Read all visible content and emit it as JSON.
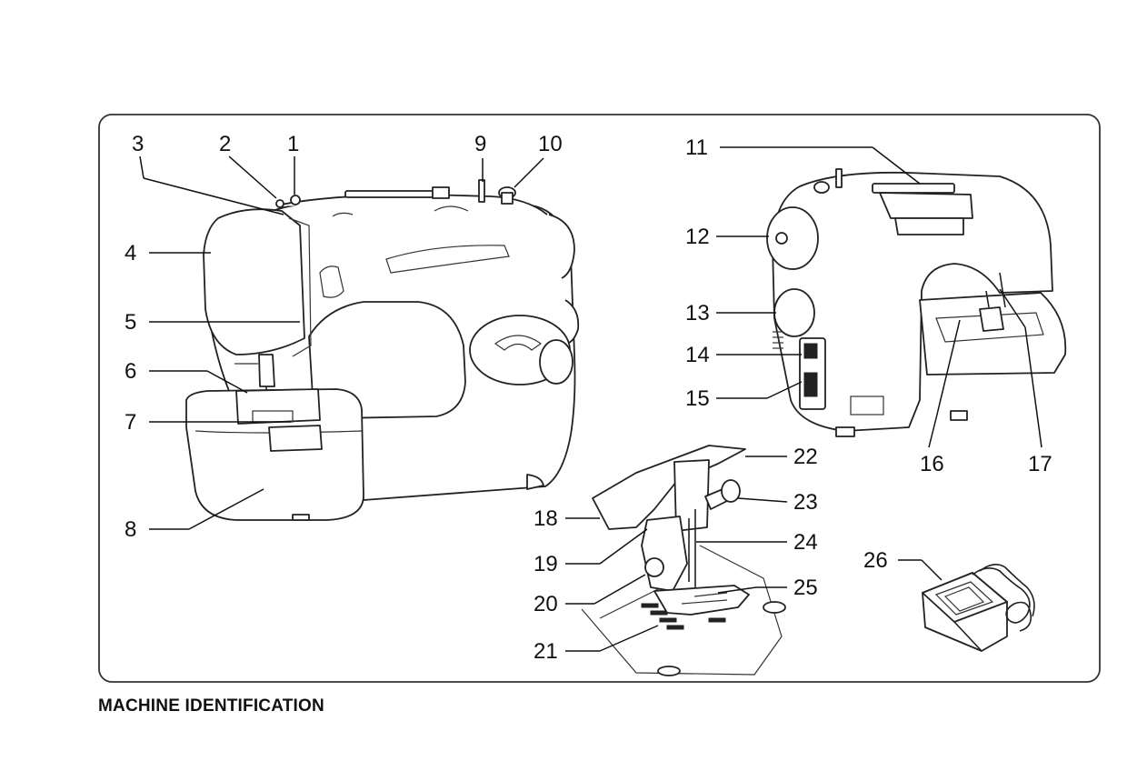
{
  "caption": "MACHINE IDENTIFICATION",
  "callouts": {
    "c1": "1",
    "c2": "2",
    "c3": "3",
    "c4": "4",
    "c5": "5",
    "c6": "6",
    "c7": "7",
    "c8": "8",
    "c9": "9",
    "c10": "10",
    "c11": "11",
    "c12": "12",
    "c13": "13",
    "c14": "14",
    "c15": "15",
    "c16": "16",
    "c17": "17",
    "c18": "18",
    "c19": "19",
    "c20": "20",
    "c21": "21",
    "c22": "22",
    "c23": "23",
    "c24": "24",
    "c25": "25",
    "c26": "26"
  },
  "colors": {
    "line": "#222222",
    "frame": "#333333",
    "background": "#ffffff"
  },
  "views": {
    "front": "sewing-machine-front-illustration",
    "back": "sewing-machine-rear-illustration",
    "presser_foot_closeup": "presser-foot-closeup-illustration",
    "foot_pedal": "foot-controller-illustration"
  }
}
